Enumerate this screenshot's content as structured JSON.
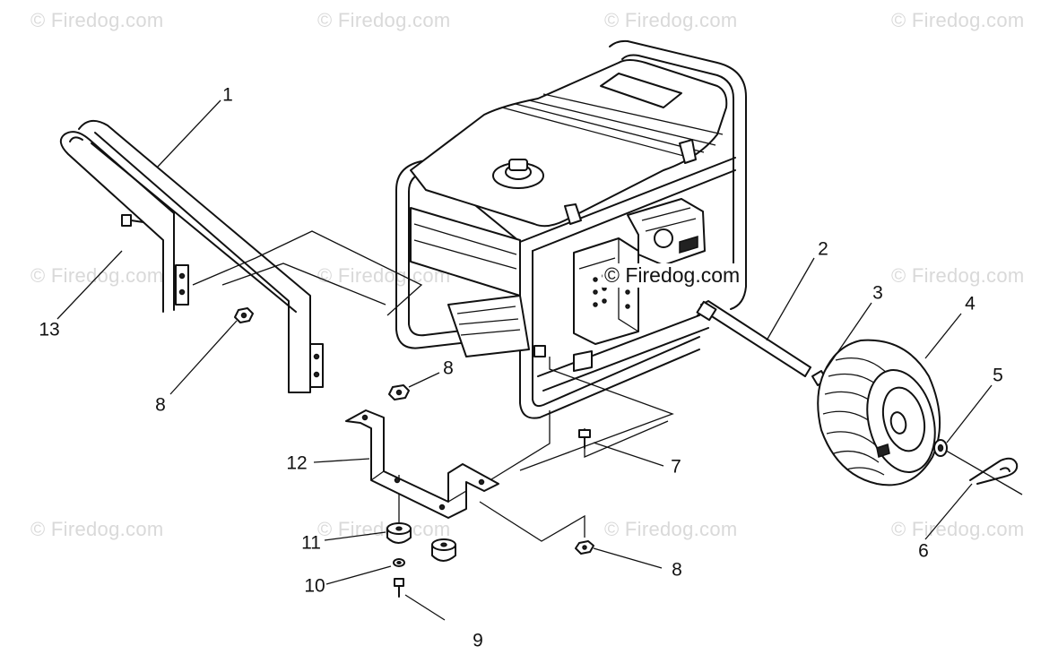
{
  "watermark": {
    "text": "© Firedog.com",
    "center_text": "© Firedog.com",
    "color": "#d9d9d9"
  },
  "callouts": {
    "c1": "1",
    "c2": "2",
    "c3": "3",
    "c4": "4",
    "c5": "5",
    "c6": "6",
    "c7": "7",
    "c8a": "8",
    "c8b": "8",
    "c8c": "8",
    "c9": "9",
    "c10": "10",
    "c11": "11",
    "c12": "12",
    "c13": "13"
  },
  "icons": [
    "generator-frame",
    "handle-bar",
    "axle",
    "wheel",
    "mount-bracket",
    "rubber-foot",
    "bolt",
    "nut",
    "washer",
    "hairpin-clip"
  ]
}
